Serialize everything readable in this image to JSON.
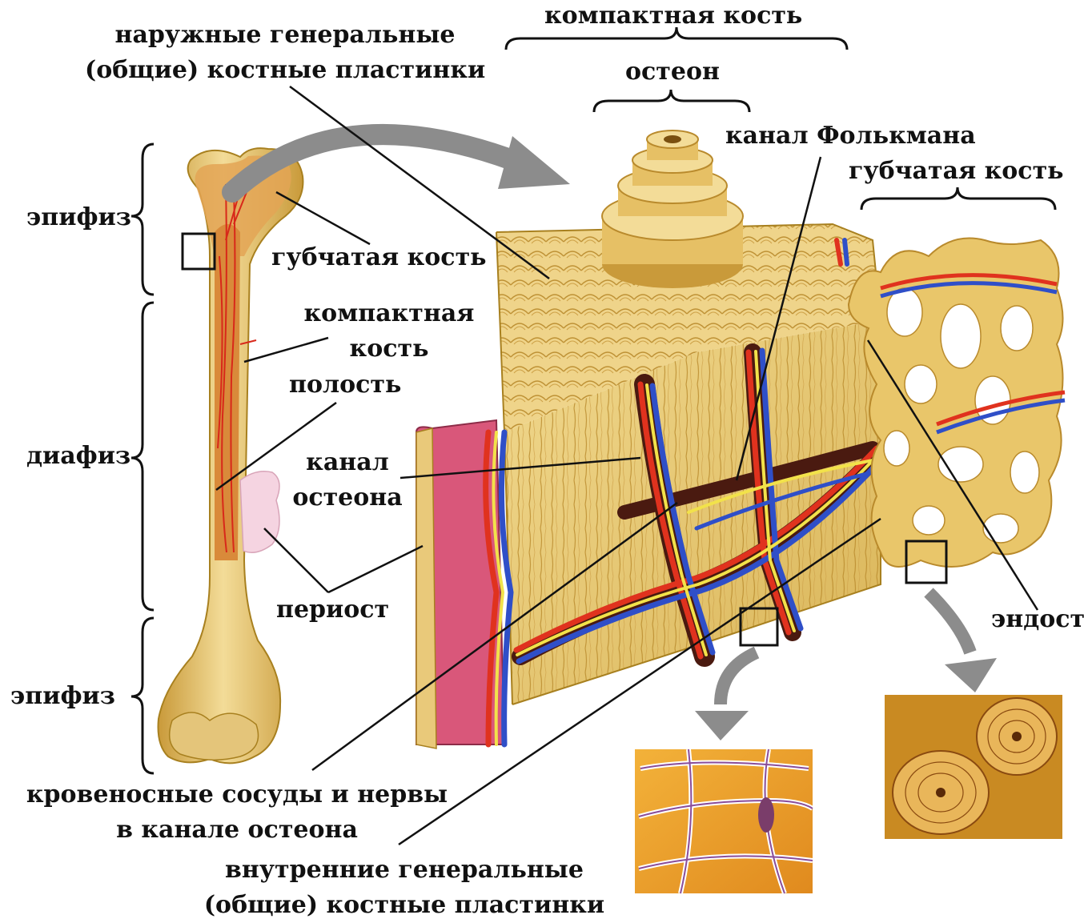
{
  "labels": {
    "outer_lamellae": [
      "наружные генеральные",
      "(общие) костные пластинки"
    ],
    "compact_top": "компактная кость",
    "osteon": "остеон",
    "volkmann": "канал Фолькмана",
    "spongy_right": "губчатая кость",
    "epiphysis_top": "эпифиз",
    "spongy_left": "губчатая кость",
    "compact_left": [
      "компактная",
      "кость"
    ],
    "cavity": "полость",
    "diaphysis": "диафиз",
    "osteon_canal": [
      "канал",
      "остеона"
    ],
    "periosteum": "периост",
    "endosteum": "эндост",
    "epiphysis_bottom": "эпифиз",
    "vessels": [
      "кровеносные сосуды и нервы",
      "в канале остеона"
    ],
    "inner_lamellae": [
      "внутренние генеральные",
      "(общие) костные пластинки"
    ]
  },
  "colors": {
    "bone": "#e8c66a",
    "bone_dark": "#b8892a",
    "bone_light": "#f6e3a6",
    "artery": "#e0321e",
    "vein": "#2f4fc8",
    "nerve": "#f2e24a",
    "periosteum": "#d9577a",
    "arrow": "#8c8c8c",
    "line": "#111111"
  }
}
